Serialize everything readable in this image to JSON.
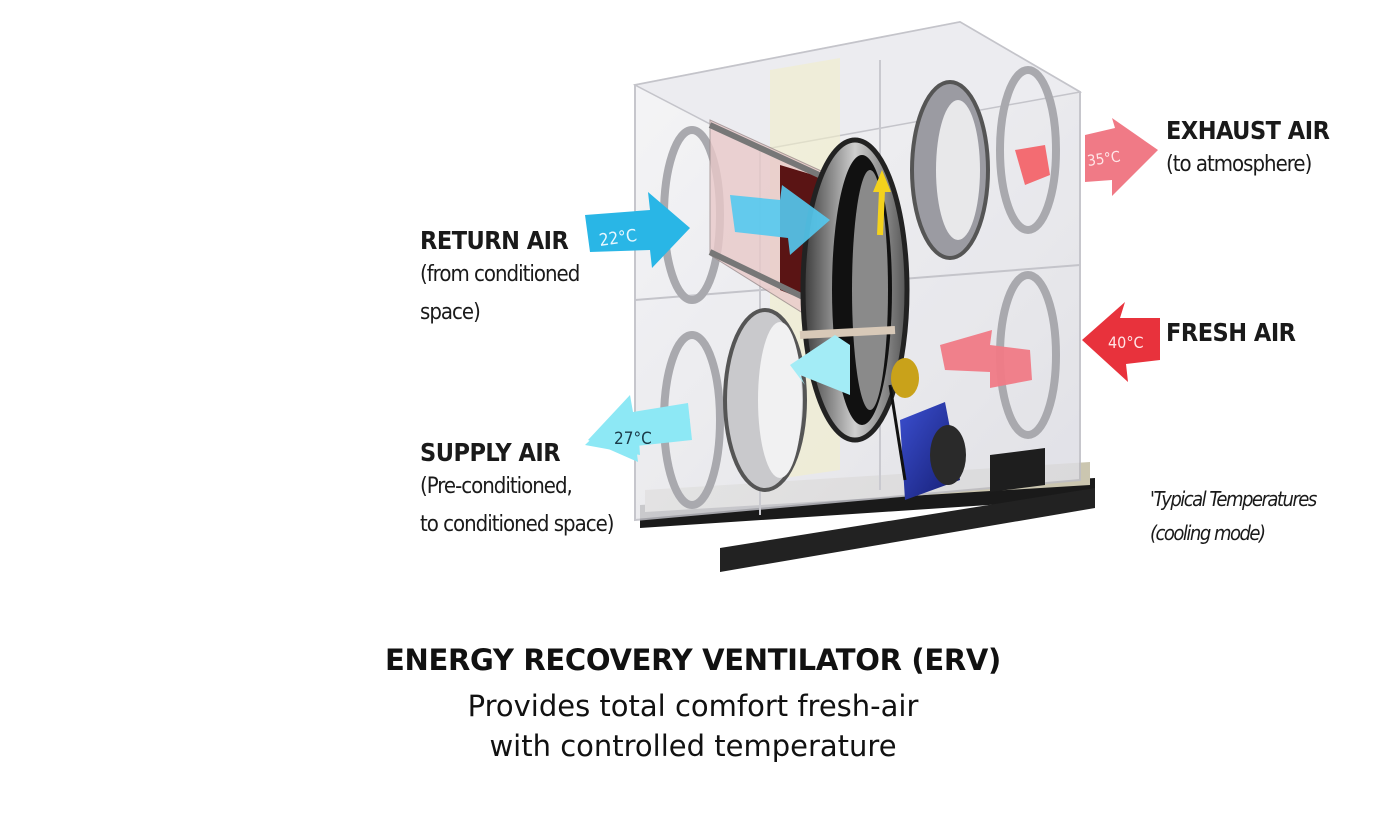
{
  "labels": {
    "return_air": {
      "heading": "RETURN AIR",
      "line1": "(from conditioned",
      "line2": "space)"
    },
    "supply_air": {
      "heading": "SUPPLY AIR",
      "line1": "(Pre-conditioned,",
      "line2": "to conditioned space)"
    },
    "exhaust_air": {
      "heading": "EXHAUST AIR",
      "line1": "(to atmosphere)"
    },
    "fresh_air": {
      "heading": "FRESH AIR"
    },
    "typical": {
      "line1": "'Typical Temperatures",
      "line2": "(cooling mode)"
    }
  },
  "temperatures": {
    "return": "22°C",
    "supply": "27°C",
    "exhaust": "35°C",
    "fresh": "40°C"
  },
  "caption": {
    "title": "ENERGY RECOVERY VENTILATOR (ERV)",
    "line1": "Provides  total comfort fresh-air",
    "line2": "with controlled temperature"
  },
  "colors": {
    "cool_arrow": "#29b6e6",
    "warm_arrow": "#f07a86",
    "hot_arrow": "#e8323c",
    "motor": "#1f2fa0",
    "frame": "#d9d9de"
  }
}
